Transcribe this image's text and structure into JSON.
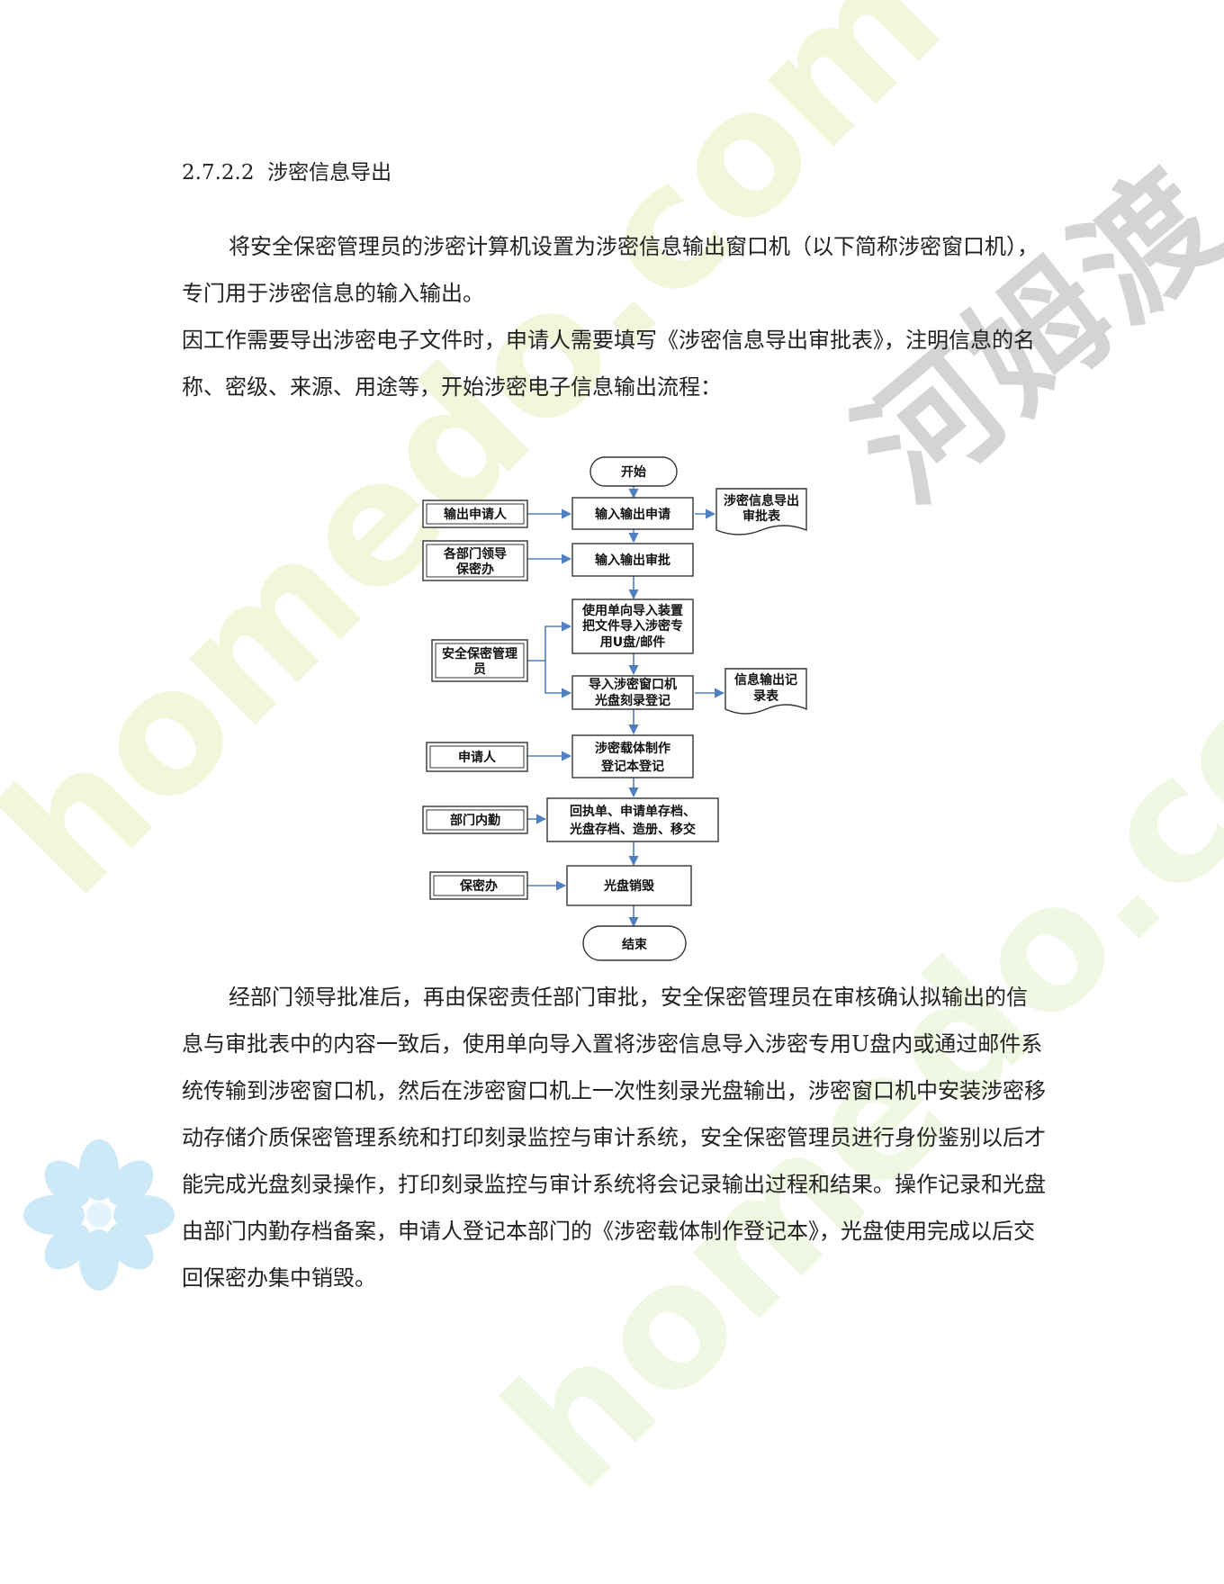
{
  "section": {
    "number": "2.7.2.2",
    "title": "涉密信息导出"
  },
  "paragraphs": [
    "将安全保密管理员的涉密计算机设置为涉密信息输出窗口机（以下简称涉密窗口机），专门用于涉密信息的输入输出。",
    "因工作需要导出涉密电子文件时，申请人需要填写《涉密信息导出审批表》，注明信息的名称、密级、来源、用途等，开始涉密电子信息输出流程：",
    "经部门领导批准后，再由保密责任部门审批，安全保密管理员在审核确认拟输出的信息与审批表中的内容一致后，使用单向导入置将涉密信息导入涉密专用U盘内或通过邮件系统传输到涉密窗口机，然后在涉密窗口机上一次性刻录光盘输出，涉密窗口机中安装涉密移动存储介质保密管理系统和打印刻录监控与审计系统，安全保密管理员进行身份鉴别以后才能完成光盘刻录操作，打印刻录监控与审计系统将会记录输出过程和结果。操作记录和光盘由部门内勤存档备案，申请人登记本部门的《涉密载体制作登记本》，光盘使用完成以后交回保密办集中销毁。"
  ],
  "flowchart": {
    "start": "开始",
    "end": "结束",
    "steps": [
      [
        "输入输出申请"
      ],
      [
        "输入输出审批"
      ],
      [
        "使用单向导入装置",
        "把文件导入涉密专",
        "用U盘/邮件"
      ],
      [
        "导入涉密窗口机",
        "光盘刻录登记"
      ],
      [
        "涉密载体制作",
        "登记本登记"
      ],
      [
        "回执单、申请单存档、",
        "光盘存档、造册、移交"
      ],
      [
        "光盘销毁"
      ]
    ],
    "actors": [
      [
        "输出申请人"
      ],
      [
        "各部门领导",
        "保密办"
      ],
      [
        "安全保密管理",
        "员"
      ],
      [
        "申请人"
      ],
      [
        "部门内勤"
      ],
      [
        "保密办"
      ]
    ],
    "documents": [
      [
        "涉密信息导出",
        "审批表"
      ],
      [
        "信息输出记",
        "录表"
      ]
    ]
  },
  "watermark": {
    "text_cn": "河姆渡",
    "text_en": "homedo.com"
  },
  "colors": {
    "arrow": "#4f7fbf",
    "box_border": "#333333",
    "watermark_cn": "#d4d4d4",
    "watermark_en": "#e6f0be",
    "flower": "#cde8f7"
  }
}
